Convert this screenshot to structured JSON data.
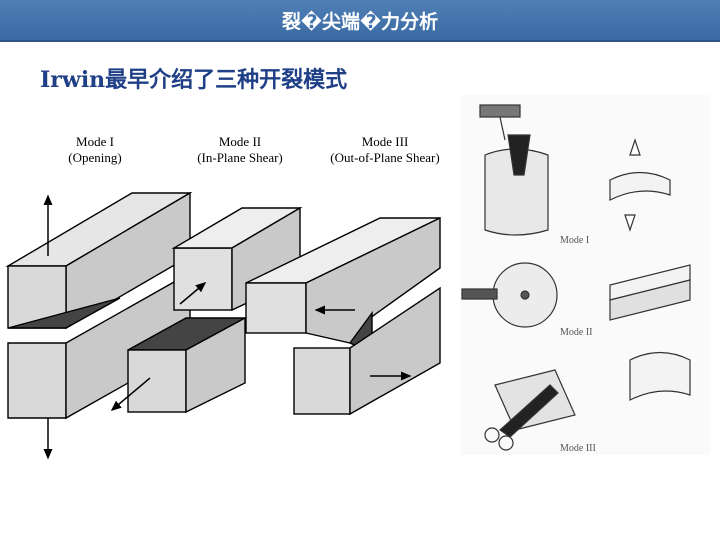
{
  "header": {
    "title": "裂�尖端�力分析"
  },
  "subtitle": "Irwin最早介绍了三种开裂模式",
  "figure_left": {
    "modes": [
      {
        "name": "Mode I",
        "desc": "(Opening)"
      },
      {
        "name": "Mode II",
        "desc": "(In-Plane Shear)"
      },
      {
        "name": "Mode III",
        "desc": "(Out-of-Plane Shear)"
      }
    ]
  },
  "figure_right": {
    "labels": [
      "Mode I",
      "Mode II",
      "Mode III"
    ]
  }
}
